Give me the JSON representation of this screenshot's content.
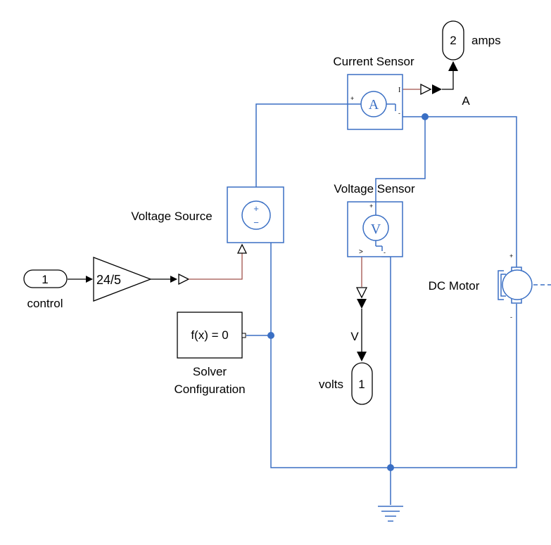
{
  "blocks": {
    "control_port": {
      "number": "1",
      "label": "control"
    },
    "gain": {
      "value": "24/5"
    },
    "voltage_source": {
      "label": "Voltage Source",
      "plus": "+",
      "minus": "−"
    },
    "solver": {
      "text": "f(x) = 0",
      "label_line1": "Solver",
      "label_line2": "Configuration"
    },
    "current_sensor": {
      "label": "Current Sensor",
      "symbol": "A",
      "port_plus": "+",
      "port_minus": "-",
      "port_out": "I"
    },
    "voltage_sensor": {
      "label": "Voltage Sensor",
      "symbol": "V",
      "port_plus": "+",
      "port_minus": "-",
      "port_out": ">"
    },
    "amps_port": {
      "number": "2",
      "label": "amps",
      "signal": "A"
    },
    "volts_port": {
      "number": "1",
      "label": "volts",
      "signal": "V"
    },
    "dc_motor": {
      "label": "DC Motor",
      "plus": "+",
      "minus": "-"
    }
  },
  "colors": {
    "physical_line": "#3a6fc4",
    "signal_line": "#a0524a",
    "block_border": "#3a6fc4",
    "simulink_block": "#000000"
  }
}
